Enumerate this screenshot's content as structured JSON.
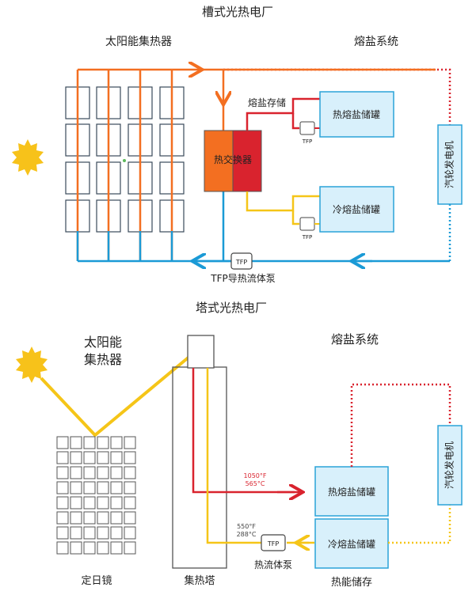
{
  "top": {
    "title": "槽式光热电厂",
    "solar_label": "太阳能集热器",
    "salt_label": "熔盐系统",
    "storage_label": "熔盐存储",
    "hx_label": "热交换器",
    "hot_tank": "热熔盐储罐",
    "cold_tank": "冷熔盐储罐",
    "pump_small": "TFP",
    "pump_main": "TFP",
    "pump_caption": "TFP导热流体泵",
    "turbine": "汽轮发电机"
  },
  "bottom": {
    "title": "塔式光热电厂",
    "solar_label_line1": "太阳能",
    "solar_label_line2": "集热器",
    "salt_label": "熔盐系统",
    "hot_temp_f": "1050°F",
    "hot_temp_c": "565°C",
    "cold_temp_f": "550°F",
    "cold_temp_c": "288°C",
    "pump": "TFP",
    "pump_caption": "热流体泵",
    "hot_tank": "热熔盐储罐",
    "cold_tank": "冷熔盐储罐",
    "turbine": "汽轮发电机",
    "heliostat_label": "定日镜",
    "tower_label": "集热塔",
    "storage_label": "热能储存"
  },
  "colors": {
    "hot_red": "#d9232e",
    "orange": "#f36f21",
    "blue": "#1a9ad6",
    "yellow": "#f5c518",
    "box_fill": "#d8f0fb",
    "box_stroke": "#2aa3d8"
  }
}
